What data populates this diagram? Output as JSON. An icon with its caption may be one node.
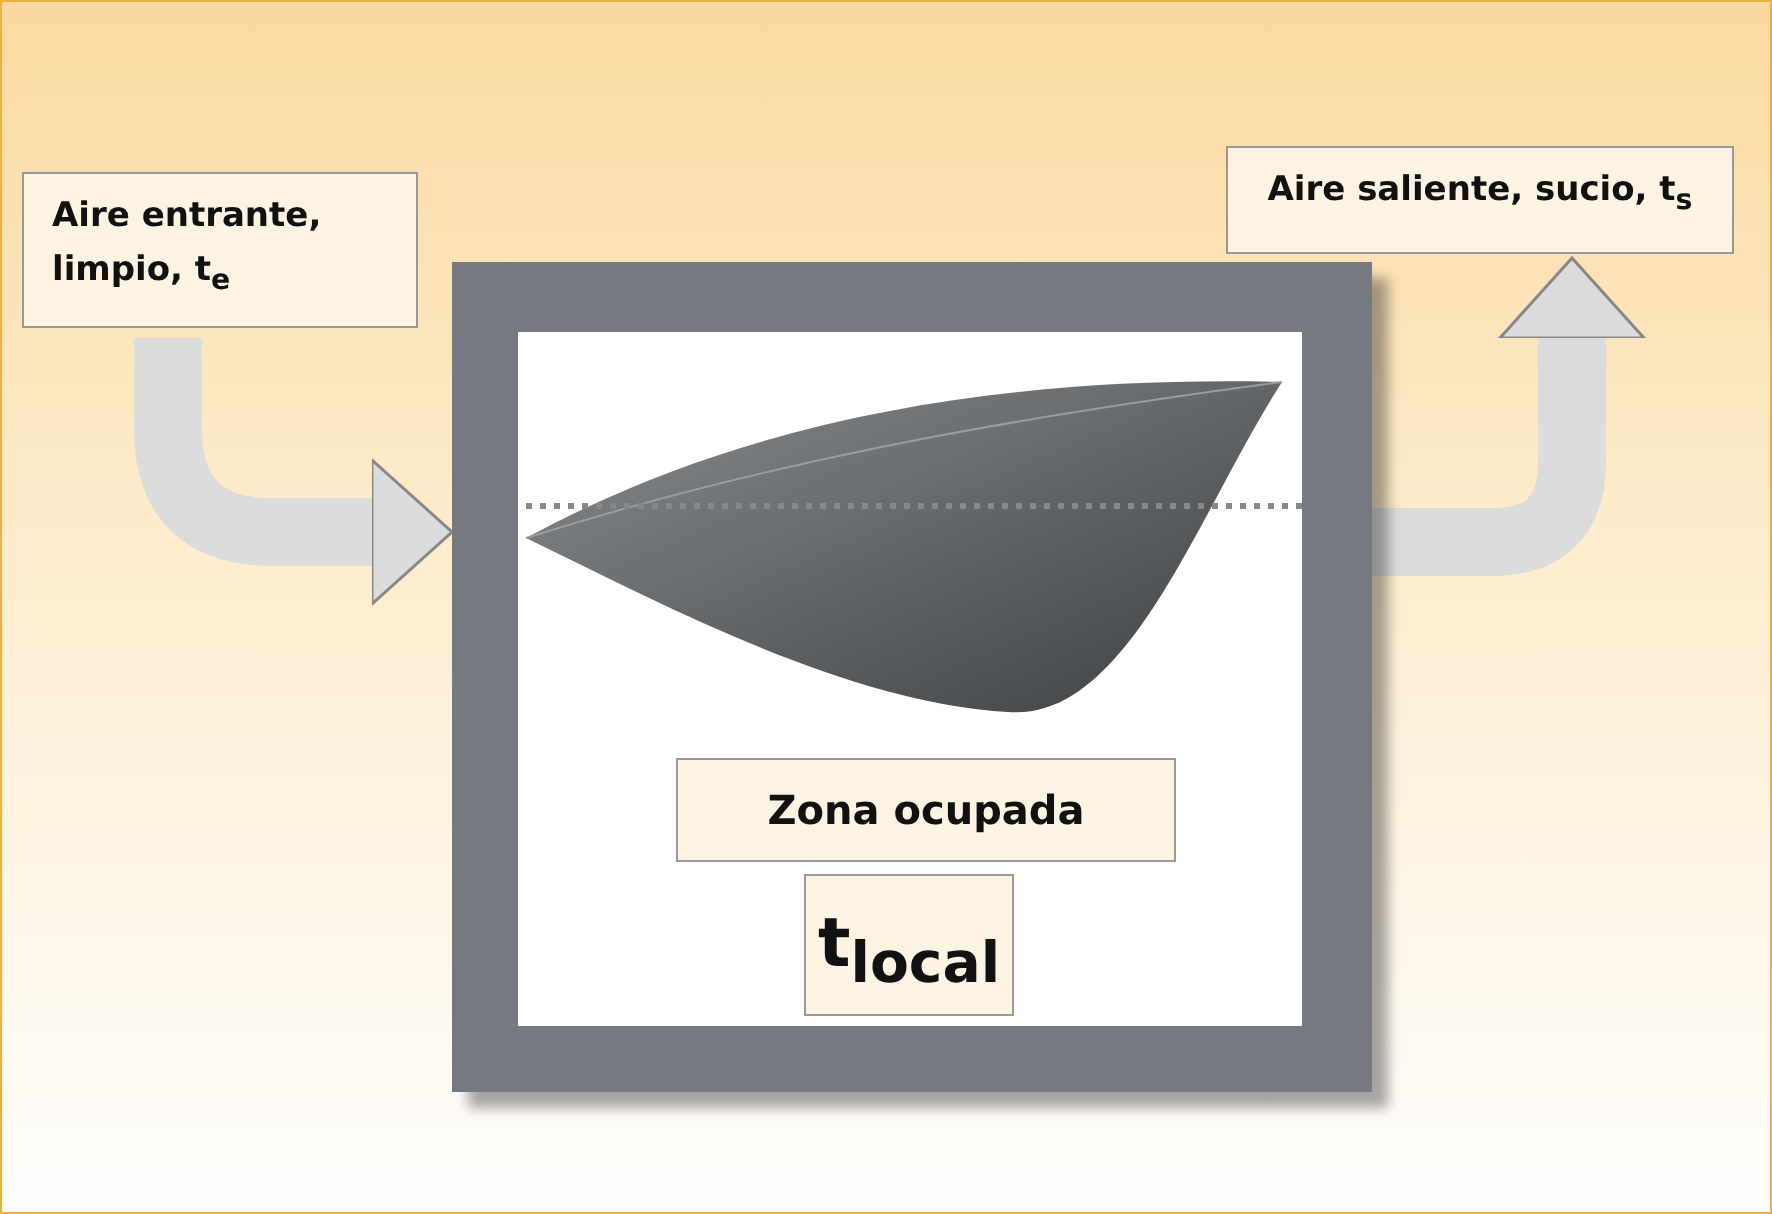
{
  "diagram": {
    "nodes": [
      {
        "text": [
          "Aire entrante, limpio, t$_{e}$"
        ]
      },
      {
        "text": [],
        "shape": "box"
      },
      {
        "text": [
          "Zona ocupada"
        ],
        "in": 1
      },
      {
        "text": [
          "t$_{local}$"
        ],
        "in": 1
      },
      {
        "text": [
          "Aire saliente, sucio, t$_{s}$"
        ]
      }
    ],
    "edges": [
      {
        "from": 0,
        "to": 1,
        "arrow": "to"
      },
      {
        "from": 1,
        "to": 4,
        "arrow": "to"
      }
    ]
  }
}
